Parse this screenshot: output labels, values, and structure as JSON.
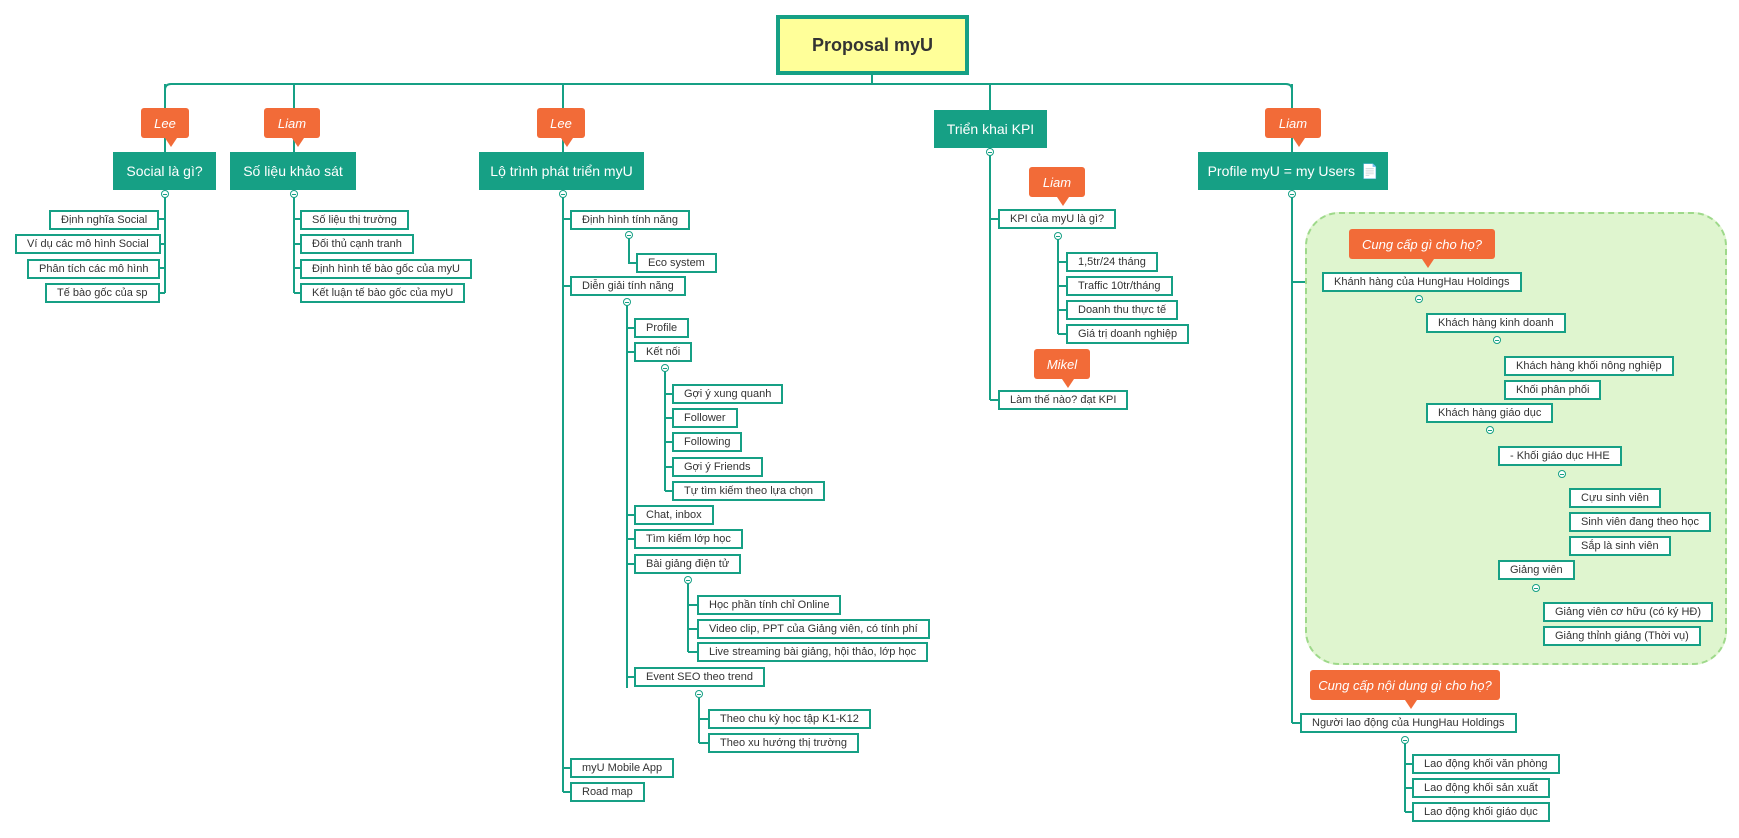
{
  "root": {
    "title": "Proposal myU"
  },
  "branches": {
    "social": {
      "title": "Social là gì?",
      "owner": "Lee",
      "items": [
        "Định nghĩa Social",
        "Ví dụ các mô hình Social",
        "Phân tích các mô hình",
        "Tế bào gốc của sp"
      ]
    },
    "survey": {
      "title": "Số liệu khảo sát",
      "owner": "Liam",
      "items": [
        "Số liệu thị trường",
        "Đối thủ cạnh tranh",
        "Định hình tế bào gốc của myU",
        "Kết luận tế bào gốc của myU"
      ]
    },
    "roadmap": {
      "title": "Lộ trình phát triển myU",
      "owner": "Lee",
      "shape": {
        "label": "Định hình tính năng",
        "eco": "Eco system"
      },
      "explain": {
        "label": "Diễn giải tính năng",
        "profile": "Profile",
        "connect": {
          "label": "Kết nối",
          "items": [
            "Gợi ý xung quanh",
            "Follower",
            "Following",
            "Gợi ý Friends",
            "Tự tìm kiếm theo lựa chọn"
          ]
        },
        "chat": "Chat, inbox",
        "find_class": "Tìm kiếm lớp học",
        "lectures": {
          "label": "Bài giảng điện tử",
          "items": [
            "Học phần tính chỉ Online",
            "Video clip, PPT của Giảng viên, có tính phí",
            "Live streaming bài giảng, hội thảo, lớp học"
          ]
        },
        "event": {
          "label": "Event SEO theo trend",
          "items": [
            "Theo chu kỳ học tập K1-K12",
            "Theo xu hướng thị trường"
          ]
        }
      },
      "mobile": "myU Mobile App",
      "road": "Road map"
    },
    "kpi": {
      "title": "Triển khai KPI",
      "what": {
        "label": "KPI của myU là gì?",
        "owner": "Liam",
        "items": [
          "1,5tr/24 tháng",
          "Traffic 10tr/tháng",
          "Doanh thu thực tế",
          "Giá trị doanh nghiệp"
        ]
      },
      "how": {
        "label": "Làm thế nào? đạt KPI",
        "owner": "Mikel"
      }
    },
    "profile": {
      "title": "Profile myU = my Users",
      "owner": "Liam",
      "title_icon": "document-icon",
      "customers": {
        "callout": "Cung cấp gì cho họ?",
        "label": "Khánh hàng của HungHau Holdings",
        "business": {
          "label": "Khách hàng kinh doanh",
          "items": [
            "Khách hàng khối nông nghiệp",
            "Khối phân phối"
          ]
        },
        "education": {
          "label": "Khách hàng giáo dục",
          "hhe": {
            "label": "- Khối giáo dục HHE",
            "items": [
              "Cựu sinh viên",
              "Sinh viên đang theo học",
              "Sắp là sinh viên"
            ]
          },
          "lecturers": {
            "label": "Giảng viên",
            "items": [
              "Giảng viên cơ hữu (có ký HĐ)",
              "Giảng thỉnh giảng (Thời vụ)"
            ]
          }
        }
      },
      "workers": {
        "callout": "Cung cấp nội dung gì cho họ?",
        "label": "Người lao động của HungHau Holdings",
        "items": [
          "Lao động khối văn phòng",
          "Lao động khối sản xuất",
          "Lao động khối giáo dục"
        ]
      }
    }
  },
  "colors": {
    "line": "#16a085",
    "main_fill": "#16a085",
    "root_fill": "#ffff99",
    "tag": "#f26b38",
    "cloud": "#dff5cf"
  }
}
